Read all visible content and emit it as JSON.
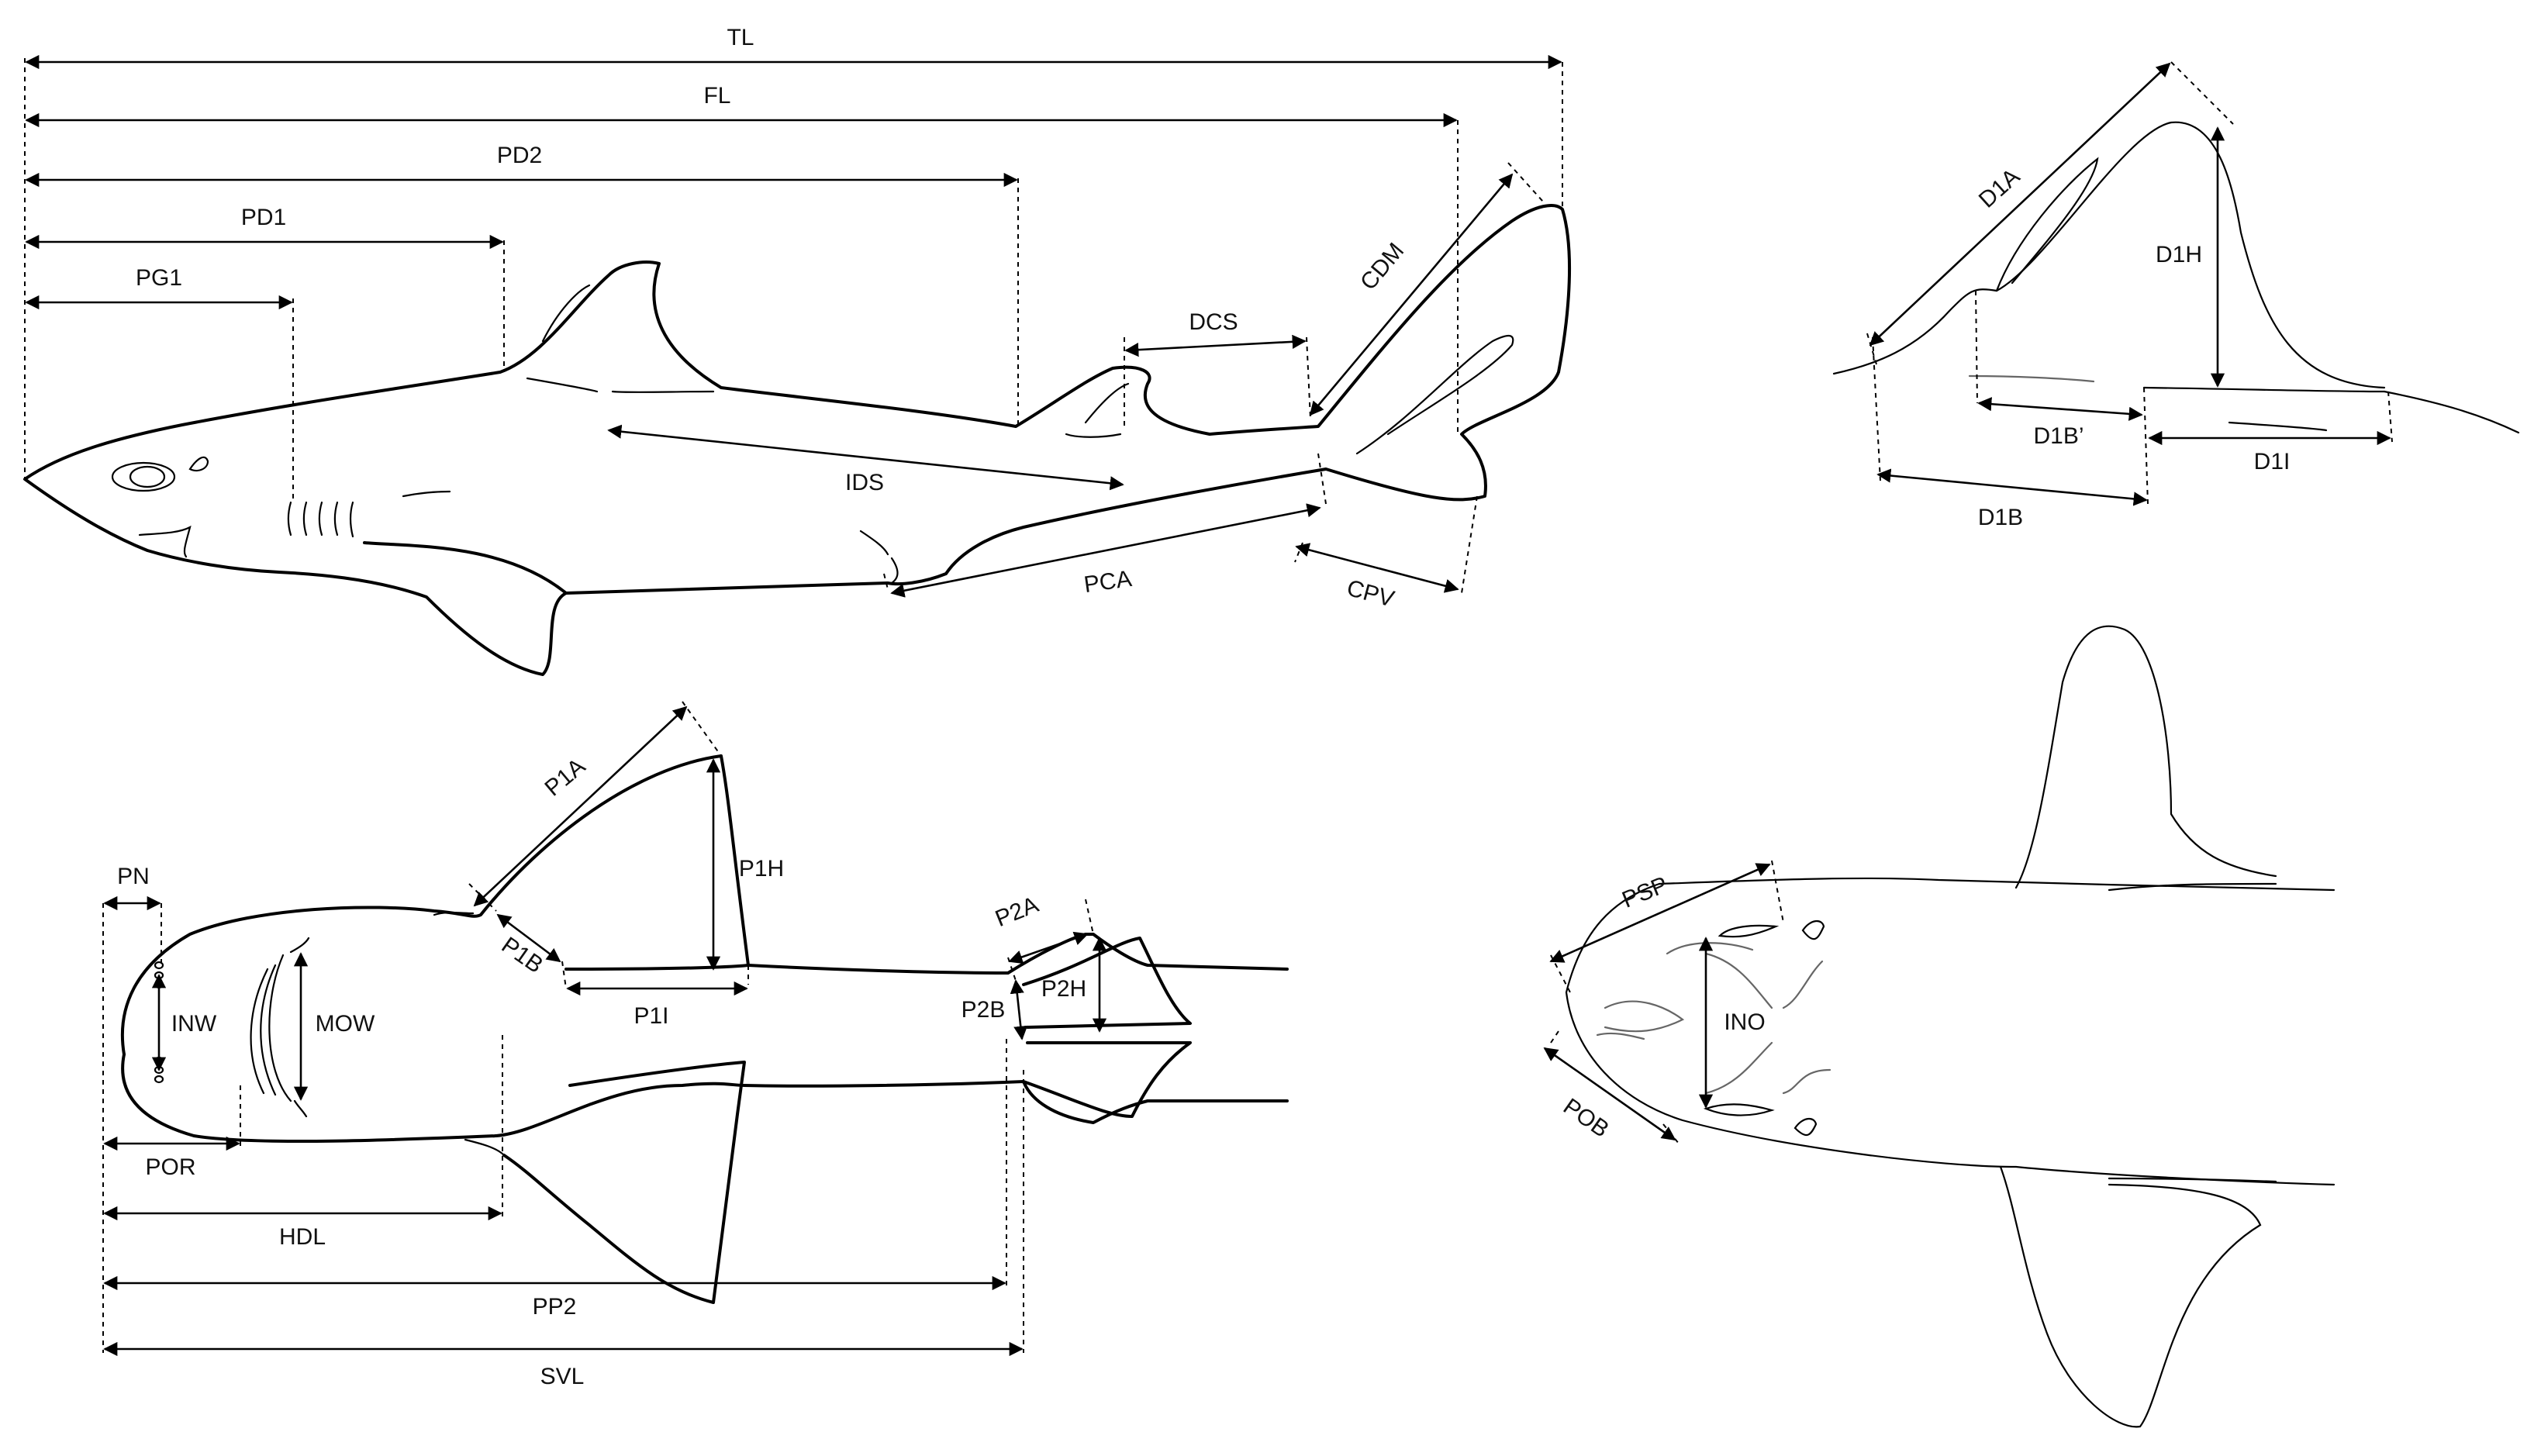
{
  "figure": {
    "labels": {
      "TL": "TL",
      "FL": "FL",
      "PD2": "PD2",
      "PD1": "PD1",
      "PG1": "PG1",
      "DCS": "DCS",
      "CDM": "CDM",
      "IDS": "IDS",
      "PCA": "PCA",
      "CPV": "CPV",
      "D1A": "D1A",
      "D1H": "D1H",
      "D1Bp": "D1B’",
      "D1I": "D1I",
      "D1B": "D1B",
      "P1A": "P1A",
      "P1H": "P1H",
      "P1B": "P1B",
      "P1I": "P1I",
      "P2A": "P2A",
      "P2H": "P2H",
      "P2B": "P2B",
      "PN": "PN",
      "INW": "INW",
      "MOW": "MOW",
      "POR": "POR",
      "HDL": "HDL",
      "PP2": "PP2",
      "SVL": "SVL",
      "PSP": "PSP",
      "INO": "INO",
      "POB": "POB"
    }
  }
}
